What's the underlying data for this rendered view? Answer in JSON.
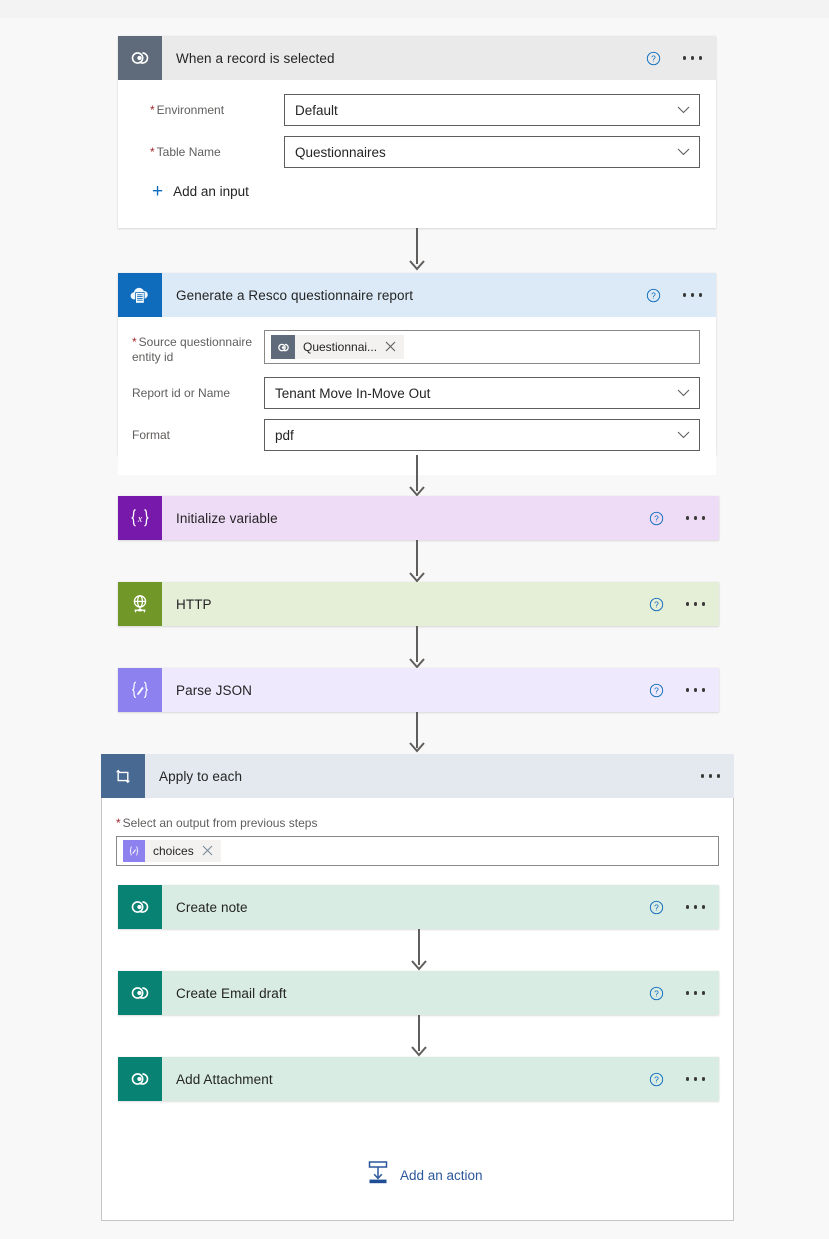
{
  "canvas": {
    "background": "#f8f8f8",
    "topband": "#f3f3f3"
  },
  "steps": [
    {
      "id": "trigger",
      "title": "When a record is selected",
      "icon": "dataverse-icon",
      "icon_color": "#5f6b7a",
      "header_bg": "#eaeaea",
      "expanded": true,
      "help_label": "?",
      "menu_label": "More commands",
      "fields": [
        {
          "label": "Environment",
          "required": true,
          "value": "Default",
          "type": "dropdown"
        },
        {
          "label": "Table Name",
          "required": true,
          "value": "Questionnaires",
          "type": "dropdown"
        }
      ],
      "add_input_label": "Add an input"
    },
    {
      "id": "resco-report",
      "title": "Generate a Resco questionnaire report",
      "icon": "cloud-document-icon",
      "icon_color": "#0f6cbd",
      "header_bg": "#dceaf7",
      "expanded": true,
      "fields": [
        {
          "label": "Source questionnaire entity id",
          "required": true,
          "type": "token",
          "token": {
            "label": "Questionnai...",
            "icon": "dataverse-icon",
            "icon_color": "#5f6b7a"
          }
        },
        {
          "label": "Report id or Name",
          "required": false,
          "value": "Tenant Move In-Move Out",
          "type": "dropdown"
        },
        {
          "label": "Format",
          "required": false,
          "value": "pdf",
          "type": "dropdown"
        }
      ]
    },
    {
      "id": "initialize-variable",
      "title": "Initialize variable",
      "icon": "variable-braces-x-icon",
      "icon_color": "#7719aa",
      "header_bg": "#eedcf7",
      "expanded": false
    },
    {
      "id": "http",
      "title": "HTTP",
      "icon": "globe-network-icon",
      "icon_color": "#709727",
      "header_bg": "#e5eed7",
      "expanded": false
    },
    {
      "id": "parse-json",
      "title": "Parse JSON",
      "icon": "braces-pencil-icon",
      "icon_color": "#8c81ef",
      "header_bg": "#eee9fd",
      "expanded": false
    }
  ],
  "loop": {
    "id": "apply-to-each",
    "title": "Apply to each",
    "icon": "loop-foreach-icon",
    "icon_color": "#486991",
    "header_bg": "#e3e9ef",
    "menu_label": "More commands",
    "select_output": {
      "label": "Select an output from previous steps",
      "required": true,
      "token": {
        "label": "choices",
        "icon": "braces-pencil-icon",
        "icon_color": "#8c81ef"
      }
    },
    "actions": [
      {
        "id": "create-note",
        "title": "Create note",
        "icon": "dataverse-icon",
        "icon_color": "#088272",
        "header_bg": "#d9ece4"
      },
      {
        "id": "create-email-draft",
        "title": "Create Email draft",
        "icon": "dataverse-icon",
        "icon_color": "#088272",
        "header_bg": "#d9ece4"
      },
      {
        "id": "add-attachment",
        "title": "Add Attachment",
        "icon": "dataverse-icon",
        "icon_color": "#088272",
        "header_bg": "#d9ece4"
      }
    ],
    "add_action": {
      "label": "Add an action",
      "icon": "insert-action-icon",
      "color": "#2b579a"
    }
  }
}
